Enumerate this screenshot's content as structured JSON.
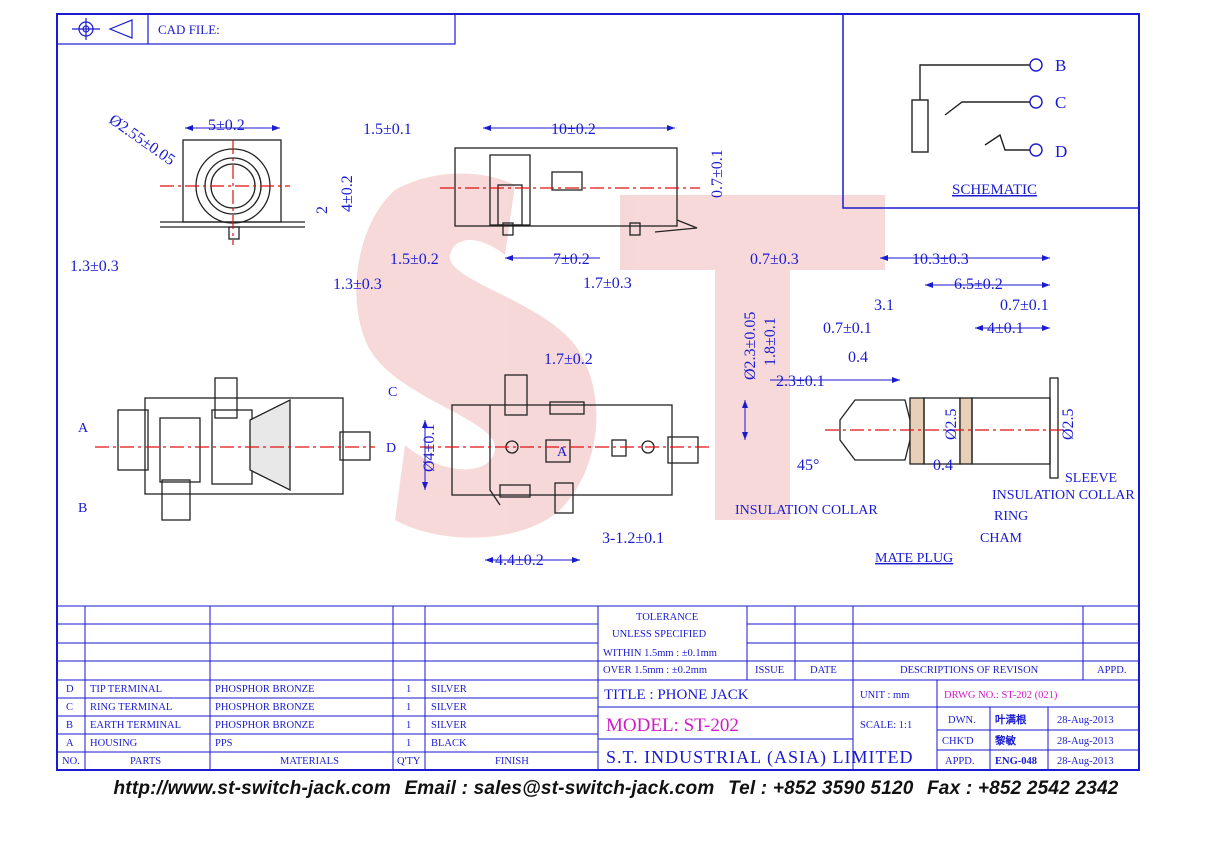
{
  "colors": {
    "ink": "#1a1ad0",
    "redline": "#e01010",
    "watermark": "#f2c9c9",
    "magenta": "#d019c8"
  },
  "header": {
    "cad_file": "CAD FILE:"
  },
  "schematic": {
    "title": "SCHEMATIC",
    "pins": [
      "B",
      "C",
      "D"
    ]
  },
  "dims": {
    "d1": "Ø2.55±0.05",
    "d2": "5±0.2",
    "d3": "4±0.2",
    "d4": "2",
    "d5": "1.3±0.3",
    "d6": "1.3±0.3",
    "d7": "1.5±0.1",
    "d8": "10±0.2",
    "d9": "0.7±0.1",
    "d10": "1.5±0.2",
    "d11": "7±0.2",
    "d12": "1.7±0.3",
    "d13": "1.7±0.2",
    "d14": "Ø4±0.1",
    "d15": "3-1.2±0.1",
    "d16": "4.4±0.2",
    "p1": "0.7±0.3",
    "p2": "10.3±0.3",
    "p3": "6.5±0.2",
    "p4": "3.1",
    "p5": "0.7±0.1",
    "p6": "0.7±0.1",
    "p7": "4±0.1",
    "p8": "0.4",
    "p9": "2.3±0.1",
    "p10": "Ø2.3±0.05",
    "p11": "1.8±0.1",
    "p12": "Ø2.5",
    "p13": "Ø2.5",
    "p14": "0.4",
    "p15": "45°"
  },
  "labels": {
    "a": "A",
    "b": "B",
    "c": "C",
    "d": "D",
    "sleeve": "SLEEVE",
    "ins_collar_r": "INSULATION COLLAR",
    "ring": "RING",
    "cham": "CHAM",
    "ins_collar_l": "INSULATION COLLAR",
    "mate_plug": "MATE PLUG",
    "box_a": "A"
  },
  "bom": {
    "rows": [
      {
        "no": "D",
        "part": "TIP TERMINAL",
        "material": "PHOSPHOR BRONZE",
        "qty": "1",
        "finish": "SILVER"
      },
      {
        "no": "C",
        "part": "RING TERMINAL",
        "material": "PHOSPHOR BRONZE",
        "qty": "1",
        "finish": "SILVER"
      },
      {
        "no": "B",
        "part": "EARTH TERMINAL",
        "material": "PHOSPHOR BRONZE",
        "qty": "1",
        "finish": "SILVER"
      },
      {
        "no": "A",
        "part": "HOUSING",
        "material": "PPS",
        "qty": "1",
        "finish": "BLACK"
      }
    ],
    "header": {
      "no": "NO.",
      "part": "PARTS",
      "material": "MATERIALS",
      "qty": "Q'TY",
      "finish": "FINISH"
    }
  },
  "title_block": {
    "tolerance": "TOLERANCE",
    "unless": "UNLESS  SPECIFIED",
    "within": "WITHIN  1.5mm : ±0.1mm",
    "over": "OVER    1.5mm : ±0.2mm",
    "issue": "ISSUE",
    "date": "DATE",
    "desc": "DESCRIPTIONS  OF  REVISON",
    "appd_h": "APPD.",
    "title": "TITLE : PHONE JACK",
    "unit": "UNIT :   mm",
    "drwg": "DRWG NO.: ST-202 (021)",
    "model": "MODEL:  ST-202",
    "scale": "SCALE:   1:1",
    "company": "S.T.  INDUSTRIAL  (ASIA)  LIMITED",
    "dwn": "DWN.",
    "dwn_name": "叶满根",
    "dwn_date": "28-Aug-2013",
    "chk": "CHK'D",
    "chk_name": "黎敏",
    "chk_date": "28-Aug-2013",
    "appd": "APPD.",
    "appd_name": "ENG-048",
    "appd_date": "28-Aug-2013"
  },
  "footer": {
    "url": "http://www.st-switch-jack.com",
    "email": "Email : sales@st-switch-jack.com",
    "tel": "Tel : +852 3590 5120",
    "fax": "Fax : +852 2542 2342"
  }
}
